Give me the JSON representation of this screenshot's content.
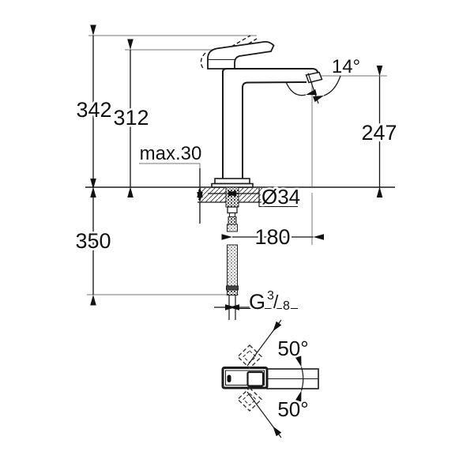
{
  "side_view": {
    "height_total": "342",
    "height_body": "312",
    "max_counter_thickness": "max.30",
    "below_counter_length": "350",
    "spout_outlet_height": "247",
    "hole_diameter": "Ø34",
    "spout_reach": "180",
    "spout_angle": "14°",
    "thread": {
      "g": "G",
      "numerator": "3",
      "slash": "/",
      "denominator": "8",
      "full": "G 3/8"
    }
  },
  "top_view": {
    "swivel_angle_up": "50°",
    "swivel_angle_down": "50°"
  },
  "colors": {
    "line": "#1a1a1a",
    "extension_line": "#909090",
    "text": "#111111",
    "background": "#ffffff"
  }
}
